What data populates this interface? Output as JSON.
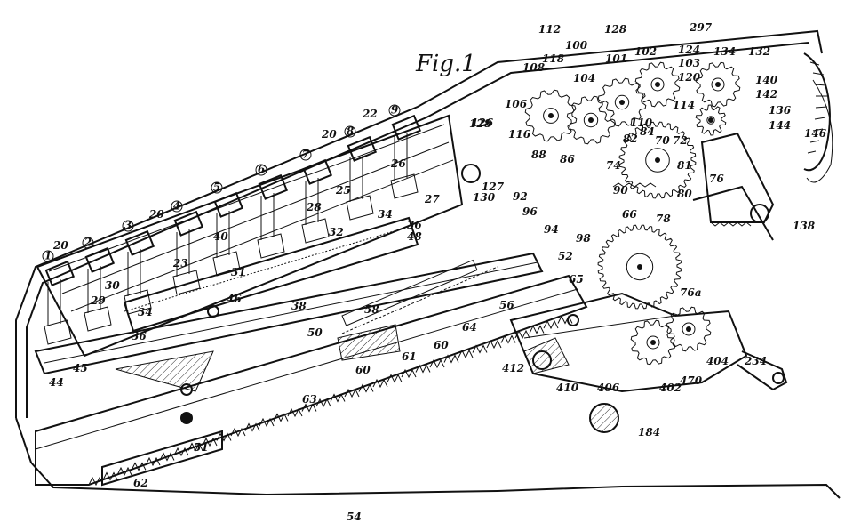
{
  "figure": {
    "title": "Fig.1",
    "reference_numerals": [
      {
        "id": "n20a",
        "text": "20"
      },
      {
        "id": "n20b",
        "text": "20"
      },
      {
        "id": "n20c",
        "text": "20"
      },
      {
        "id": "n22",
        "text": "22"
      },
      {
        "id": "n23",
        "text": "23"
      },
      {
        "id": "n25",
        "text": "25"
      },
      {
        "id": "n26",
        "text": "26"
      },
      {
        "id": "n27",
        "text": "27"
      },
      {
        "id": "n28",
        "text": "28"
      },
      {
        "id": "n29",
        "text": "29"
      },
      {
        "id": "n30",
        "text": "30"
      },
      {
        "id": "n31",
        "text": "31"
      },
      {
        "id": "n32",
        "text": "32"
      },
      {
        "id": "n34a",
        "text": "34"
      },
      {
        "id": "n34b",
        "text": "34"
      },
      {
        "id": "n36a",
        "text": "36"
      },
      {
        "id": "n36b",
        "text": "36"
      },
      {
        "id": "n38",
        "text": "38"
      },
      {
        "id": "n40",
        "text": "40"
      },
      {
        "id": "n44",
        "text": "44"
      },
      {
        "id": "n45",
        "text": "45"
      },
      {
        "id": "n46",
        "text": "46"
      },
      {
        "id": "n48",
        "text": "48"
      },
      {
        "id": "n50",
        "text": "50"
      },
      {
        "id": "n51",
        "text": "51"
      },
      {
        "id": "n52",
        "text": "52"
      },
      {
        "id": "n54",
        "text": "54"
      },
      {
        "id": "n56",
        "text": "56"
      },
      {
        "id": "n58",
        "text": "58"
      },
      {
        "id": "n60a",
        "text": "60"
      },
      {
        "id": "n60b",
        "text": "60"
      },
      {
        "id": "n61",
        "text": "61"
      },
      {
        "id": "n62",
        "text": "62"
      },
      {
        "id": "n63",
        "text": "63"
      },
      {
        "id": "n64",
        "text": "64"
      },
      {
        "id": "n65",
        "text": "65"
      },
      {
        "id": "n66",
        "text": "66"
      },
      {
        "id": "n70",
        "text": "70"
      },
      {
        "id": "n72",
        "text": "72"
      },
      {
        "id": "n74",
        "text": "74"
      },
      {
        "id": "n76",
        "text": "76"
      },
      {
        "id": "n76a",
        "text": "76a"
      },
      {
        "id": "n78",
        "text": "78"
      },
      {
        "id": "n80",
        "text": "80"
      },
      {
        "id": "n81",
        "text": "81"
      },
      {
        "id": "n82",
        "text": "82"
      },
      {
        "id": "n84",
        "text": "84"
      },
      {
        "id": "n86",
        "text": "86"
      },
      {
        "id": "n88",
        "text": "88"
      },
      {
        "id": "n90",
        "text": "90"
      },
      {
        "id": "n92",
        "text": "92"
      },
      {
        "id": "n94",
        "text": "94"
      },
      {
        "id": "n96",
        "text": "96"
      },
      {
        "id": "n98",
        "text": "98"
      },
      {
        "id": "n100",
        "text": "100"
      },
      {
        "id": "n101",
        "text": "101"
      },
      {
        "id": "n102",
        "text": "102"
      },
      {
        "id": "n103",
        "text": "103"
      },
      {
        "id": "n104",
        "text": "104"
      },
      {
        "id": "n106",
        "text": "106"
      },
      {
        "id": "n108",
        "text": "108"
      },
      {
        "id": "n110",
        "text": "110"
      },
      {
        "id": "n112",
        "text": "112"
      },
      {
        "id": "n114",
        "text": "114"
      },
      {
        "id": "n116",
        "text": "116"
      },
      {
        "id": "n118",
        "text": "118"
      },
      {
        "id": "n120",
        "text": "120"
      },
      {
        "id": "n124",
        "text": "124"
      },
      {
        "id": "n126",
        "text": "126"
      },
      {
        "id": "n127",
        "text": "127"
      },
      {
        "id": "n128a",
        "text": "128"
      },
      {
        "id": "n128b",
        "text": "128"
      },
      {
        "id": "n130",
        "text": "130"
      },
      {
        "id": "n132",
        "text": "132"
      },
      {
        "id": "n134",
        "text": "134"
      },
      {
        "id": "n136",
        "text": "136"
      },
      {
        "id": "n138",
        "text": "138"
      },
      {
        "id": "n140",
        "text": "140"
      },
      {
        "id": "n142",
        "text": "142"
      },
      {
        "id": "n144",
        "text": "144"
      },
      {
        "id": "n146",
        "text": "146"
      },
      {
        "id": "n184",
        "text": "184"
      },
      {
        "id": "n234",
        "text": "234"
      },
      {
        "id": "n297",
        "text": "297"
      },
      {
        "id": "n402",
        "text": "402"
      },
      {
        "id": "n404",
        "text": "404"
      },
      {
        "id": "n406",
        "text": "406"
      },
      {
        "id": "n410",
        "text": "410"
      },
      {
        "id": "n412",
        "text": "412"
      },
      {
        "id": "n470",
        "text": "470"
      }
    ],
    "key_digits": [
      "1",
      "2",
      "3",
      "4",
      "5",
      "6",
      "7",
      "8",
      "9"
    ]
  }
}
